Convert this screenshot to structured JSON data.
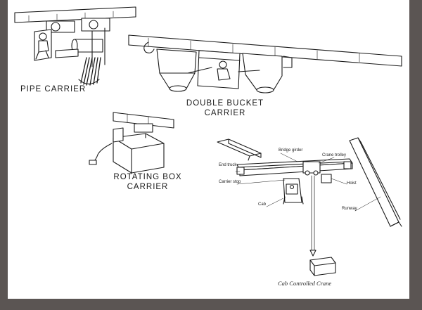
{
  "labels": {
    "pipe_carrier": "PIPE CARRIER",
    "double_bucket_line1": "DOUBLE BUCKET",
    "double_bucket_line2": "CARRIER",
    "rotating_box_line1": "ROTATING BOX",
    "rotating_box_line2": "CARRIER"
  },
  "crane_parts": {
    "bridge_girder": "Bridge girder",
    "crane_trolley": "Crane trolley",
    "end_truck": "End truck",
    "carrier_stop": "Carrier stop",
    "hoist": "Hoist",
    "runway": "Runway",
    "cab": "Cab"
  },
  "caption": "Cab Controlled Crane",
  "colors": {
    "frame": "#5b5553",
    "paper": "#ffffff",
    "ink": "#1a1a1a"
  }
}
